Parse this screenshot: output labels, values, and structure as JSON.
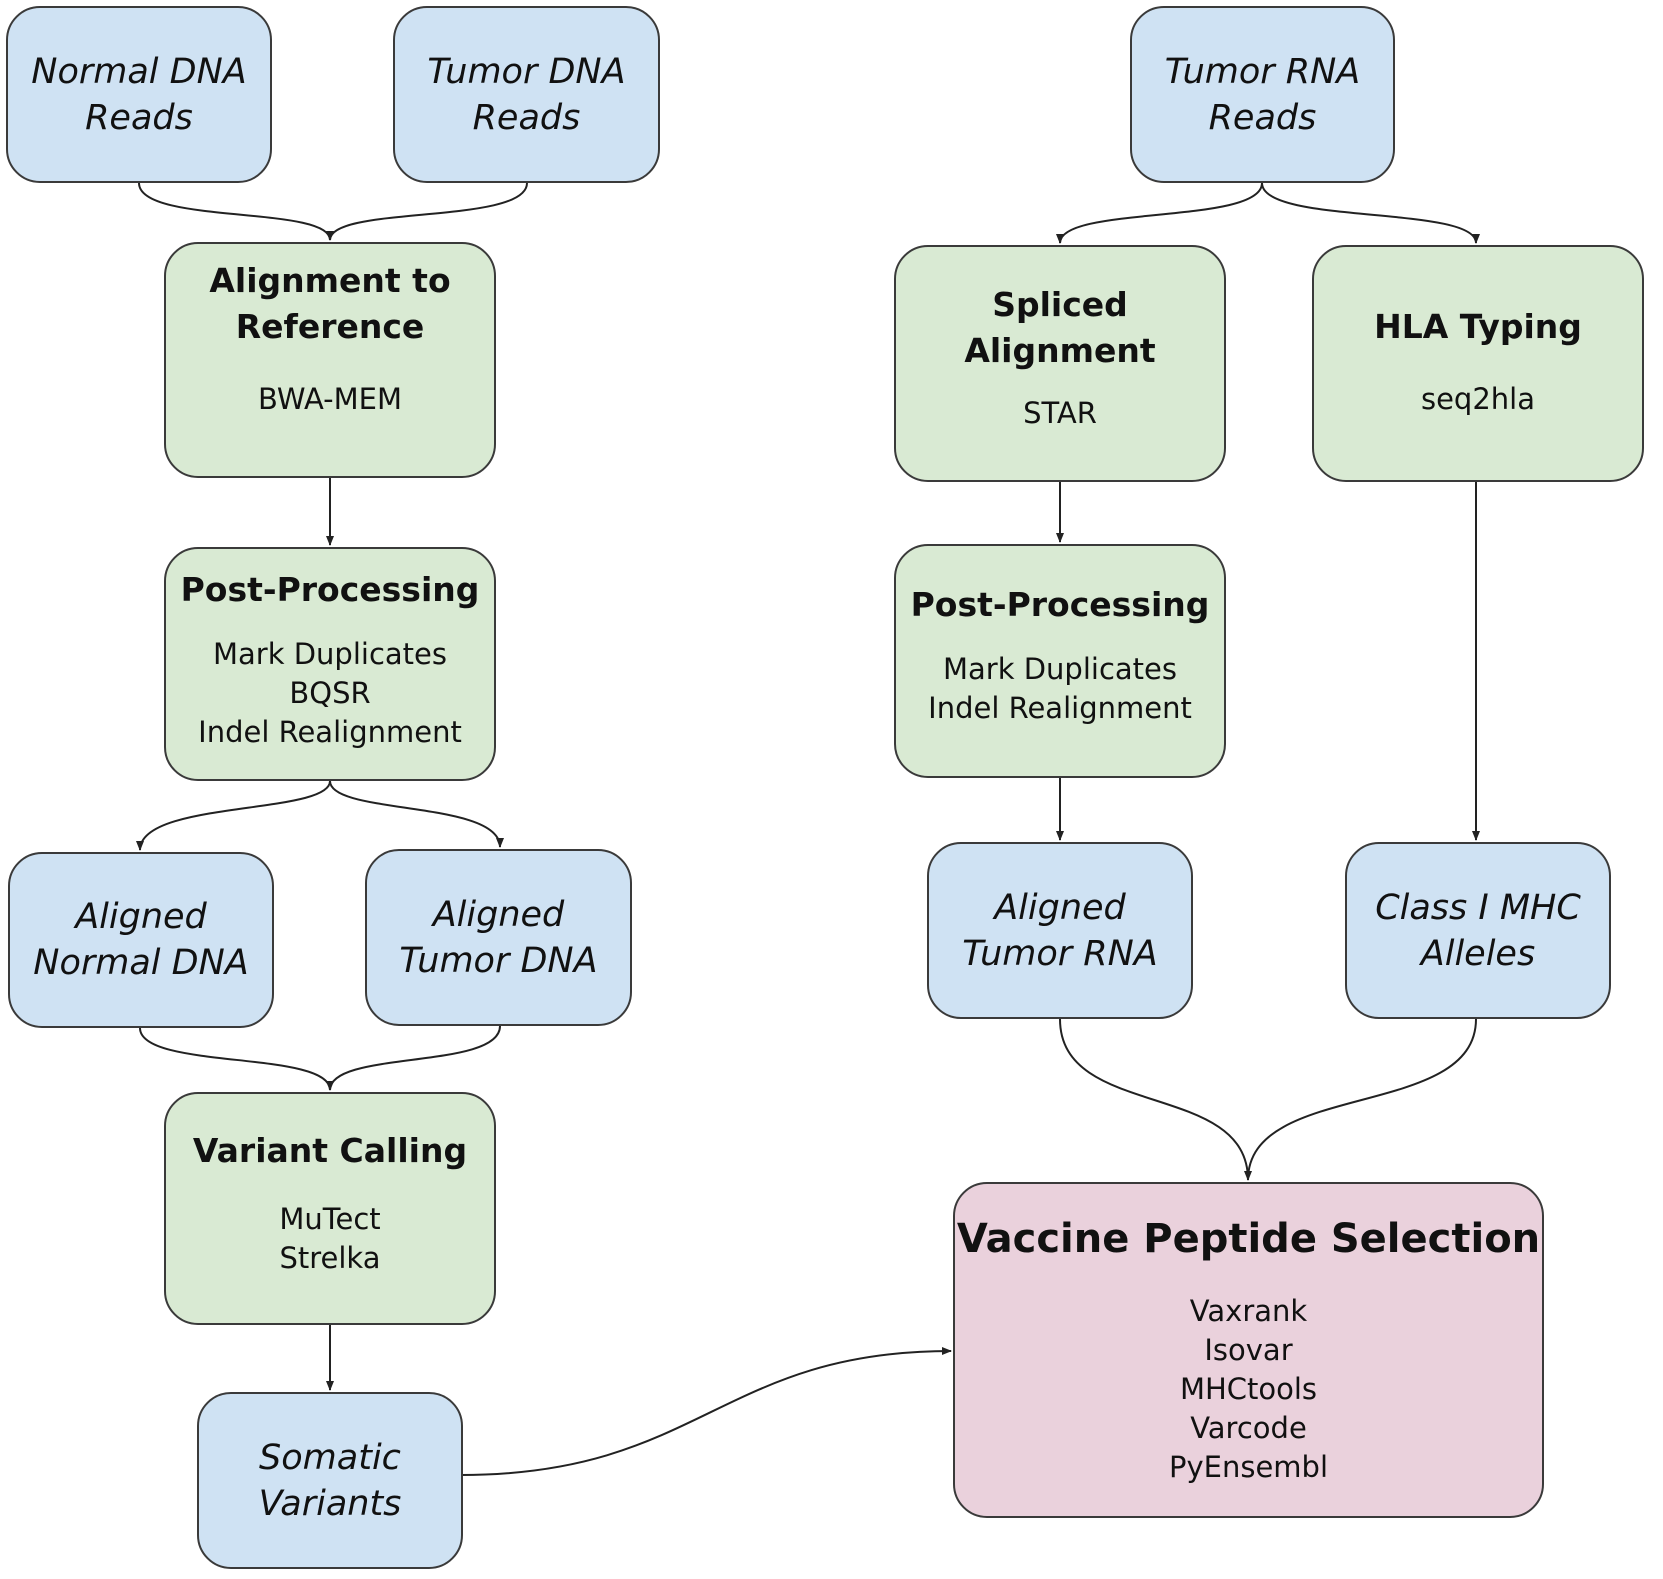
{
  "inputs": {
    "normal_dna": "Normal DNA\nReads",
    "tumor_dna": "Tumor DNA\nReads",
    "tumor_rna": "Tumor RNA\nReads"
  },
  "dna_alignment": {
    "title": "Alignment to\nReference",
    "tools": [
      "BWA-MEM"
    ]
  },
  "dna_postprocessing": {
    "title": "Post-Processing",
    "tools": [
      "Mark Duplicates",
      "BQSR",
      "Indel Realignment"
    ]
  },
  "aligned": {
    "normal_dna": "Aligned\nNormal DNA",
    "tumor_dna": "Aligned\nTumor DNA",
    "tumor_rna": "Aligned\nTumor RNA"
  },
  "variant_calling": {
    "title": "Variant Calling",
    "tools": [
      "MuTect",
      "Strelka"
    ]
  },
  "somatic_variants": "Somatic\nVariants",
  "rna_alignment": {
    "title": "Spliced\nAlignment",
    "tools": [
      "STAR"
    ]
  },
  "hla_typing": {
    "title": "HLA Typing",
    "tools": [
      "seq2hla"
    ]
  },
  "rna_postprocessing": {
    "title": "Post-Processing",
    "tools": [
      "Mark Duplicates",
      "Indel Realignment"
    ]
  },
  "mhc_alleles": "Class I MHC\nAlleles",
  "vaccine_selection": {
    "title": "Vaccine Peptide Selection",
    "tools": [
      "Vaxrank",
      "Isovar",
      "MHCtools",
      "Varcode",
      "PyEnsembl"
    ]
  },
  "colors": {
    "data_node": "#cfe2f3",
    "process_node": "#d9ead3",
    "output_node": "#ead1dc",
    "border": "#3a3a3a"
  }
}
